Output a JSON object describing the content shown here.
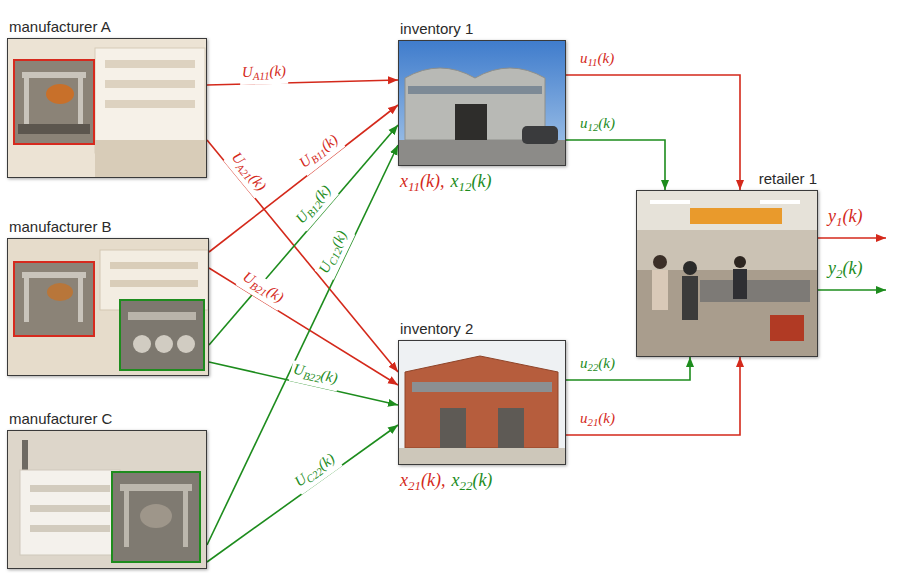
{
  "diagram": {
    "nodes": [
      {
        "text": [
          "manufacturer A"
        ]
      },
      {
        "text": [
          "manufacturer B"
        ]
      },
      {
        "text": [
          "manufacturer C"
        ]
      },
      {
        "text": [
          "inventory 1",
          "x11(k),",
          "x12(k)"
        ]
      },
      {
        "text": [
          "inventory 2",
          "x21(k),",
          "x22(k)"
        ]
      },
      {
        "text": [
          "retailer 1"
        ]
      }
    ],
    "edges": [
      {
        "from": 0,
        "to": 3,
        "arrow": "to",
        "label": "UA11(k)"
      },
      {
        "from": 0,
        "to": 4,
        "arrow": "to",
        "label": "UA21(k)"
      },
      {
        "from": 1,
        "to": 3,
        "arrow": "to",
        "label": "UB11(k)"
      },
      {
        "from": 1,
        "to": 3,
        "arrow": "to",
        "label": "UB12(k)"
      },
      {
        "from": 1,
        "to": 4,
        "arrow": "to",
        "label": "UB21(k)"
      },
      {
        "from": 1,
        "to": 4,
        "arrow": "to",
        "label": "UB22(k)"
      },
      {
        "from": 2,
        "to": 3,
        "arrow": "to",
        "label": "UC12(k)"
      },
      {
        "from": 2,
        "to": 4,
        "arrow": "to",
        "label": "UC22(k)"
      },
      {
        "from": 3,
        "to": 5,
        "arrow": "to",
        "label": "u11(k)"
      },
      {
        "from": 3,
        "to": 5,
        "arrow": "to",
        "label": "u12(k)"
      },
      {
        "from": 4,
        "to": 5,
        "arrow": "to",
        "label": "u22(k)"
      },
      {
        "from": 4,
        "to": 5,
        "arrow": "to",
        "label": "u21(k)"
      }
    ],
    "labels": [
      "y1(k)",
      "y2(k)"
    ]
  }
}
